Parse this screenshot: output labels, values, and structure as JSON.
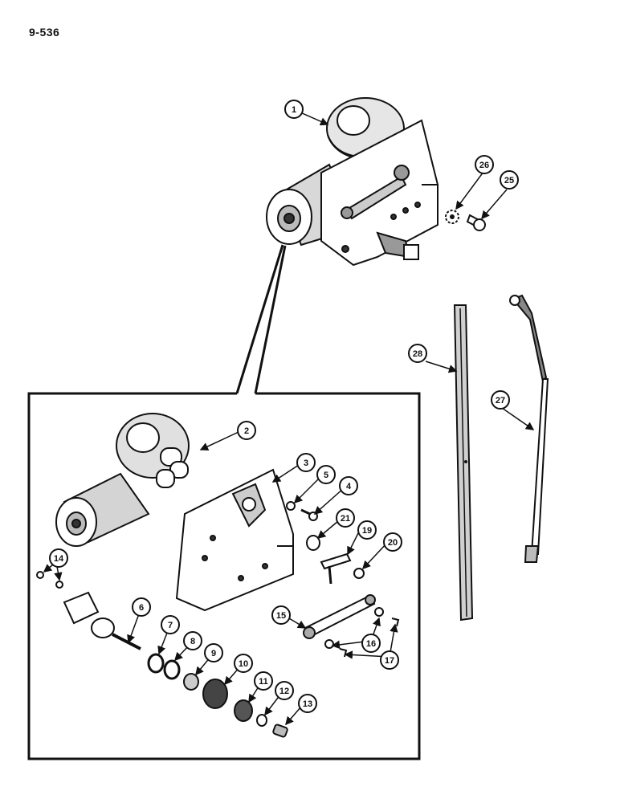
{
  "page": {
    "number": "9-536"
  },
  "callouts": [
    {
      "id": "callout-1",
      "label": "1"
    },
    {
      "id": "callout-2",
      "label": "2"
    },
    {
      "id": "callout-3",
      "label": "3"
    },
    {
      "id": "callout-4",
      "label": "4"
    },
    {
      "id": "callout-5",
      "label": "5"
    },
    {
      "id": "callout-6",
      "label": "6"
    },
    {
      "id": "callout-7",
      "label": "7"
    },
    {
      "id": "callout-8",
      "label": "8"
    },
    {
      "id": "callout-9",
      "label": "9"
    },
    {
      "id": "callout-10",
      "label": "10"
    },
    {
      "id": "callout-11",
      "label": "11"
    },
    {
      "id": "callout-12",
      "label": "12"
    },
    {
      "id": "callout-13",
      "label": "13"
    },
    {
      "id": "callout-14",
      "label": "14"
    },
    {
      "id": "callout-15",
      "label": "15"
    },
    {
      "id": "callout-16",
      "label": "16"
    },
    {
      "id": "callout-17",
      "label": "17"
    },
    {
      "id": "callout-19",
      "label": "19"
    },
    {
      "id": "callout-20",
      "label": "20"
    },
    {
      "id": "callout-21",
      "label": "21"
    },
    {
      "id": "callout-25",
      "label": "25"
    },
    {
      "id": "callout-26",
      "label": "26"
    },
    {
      "id": "callout-27",
      "label": "27"
    },
    {
      "id": "callout-28",
      "label": "28"
    }
  ]
}
